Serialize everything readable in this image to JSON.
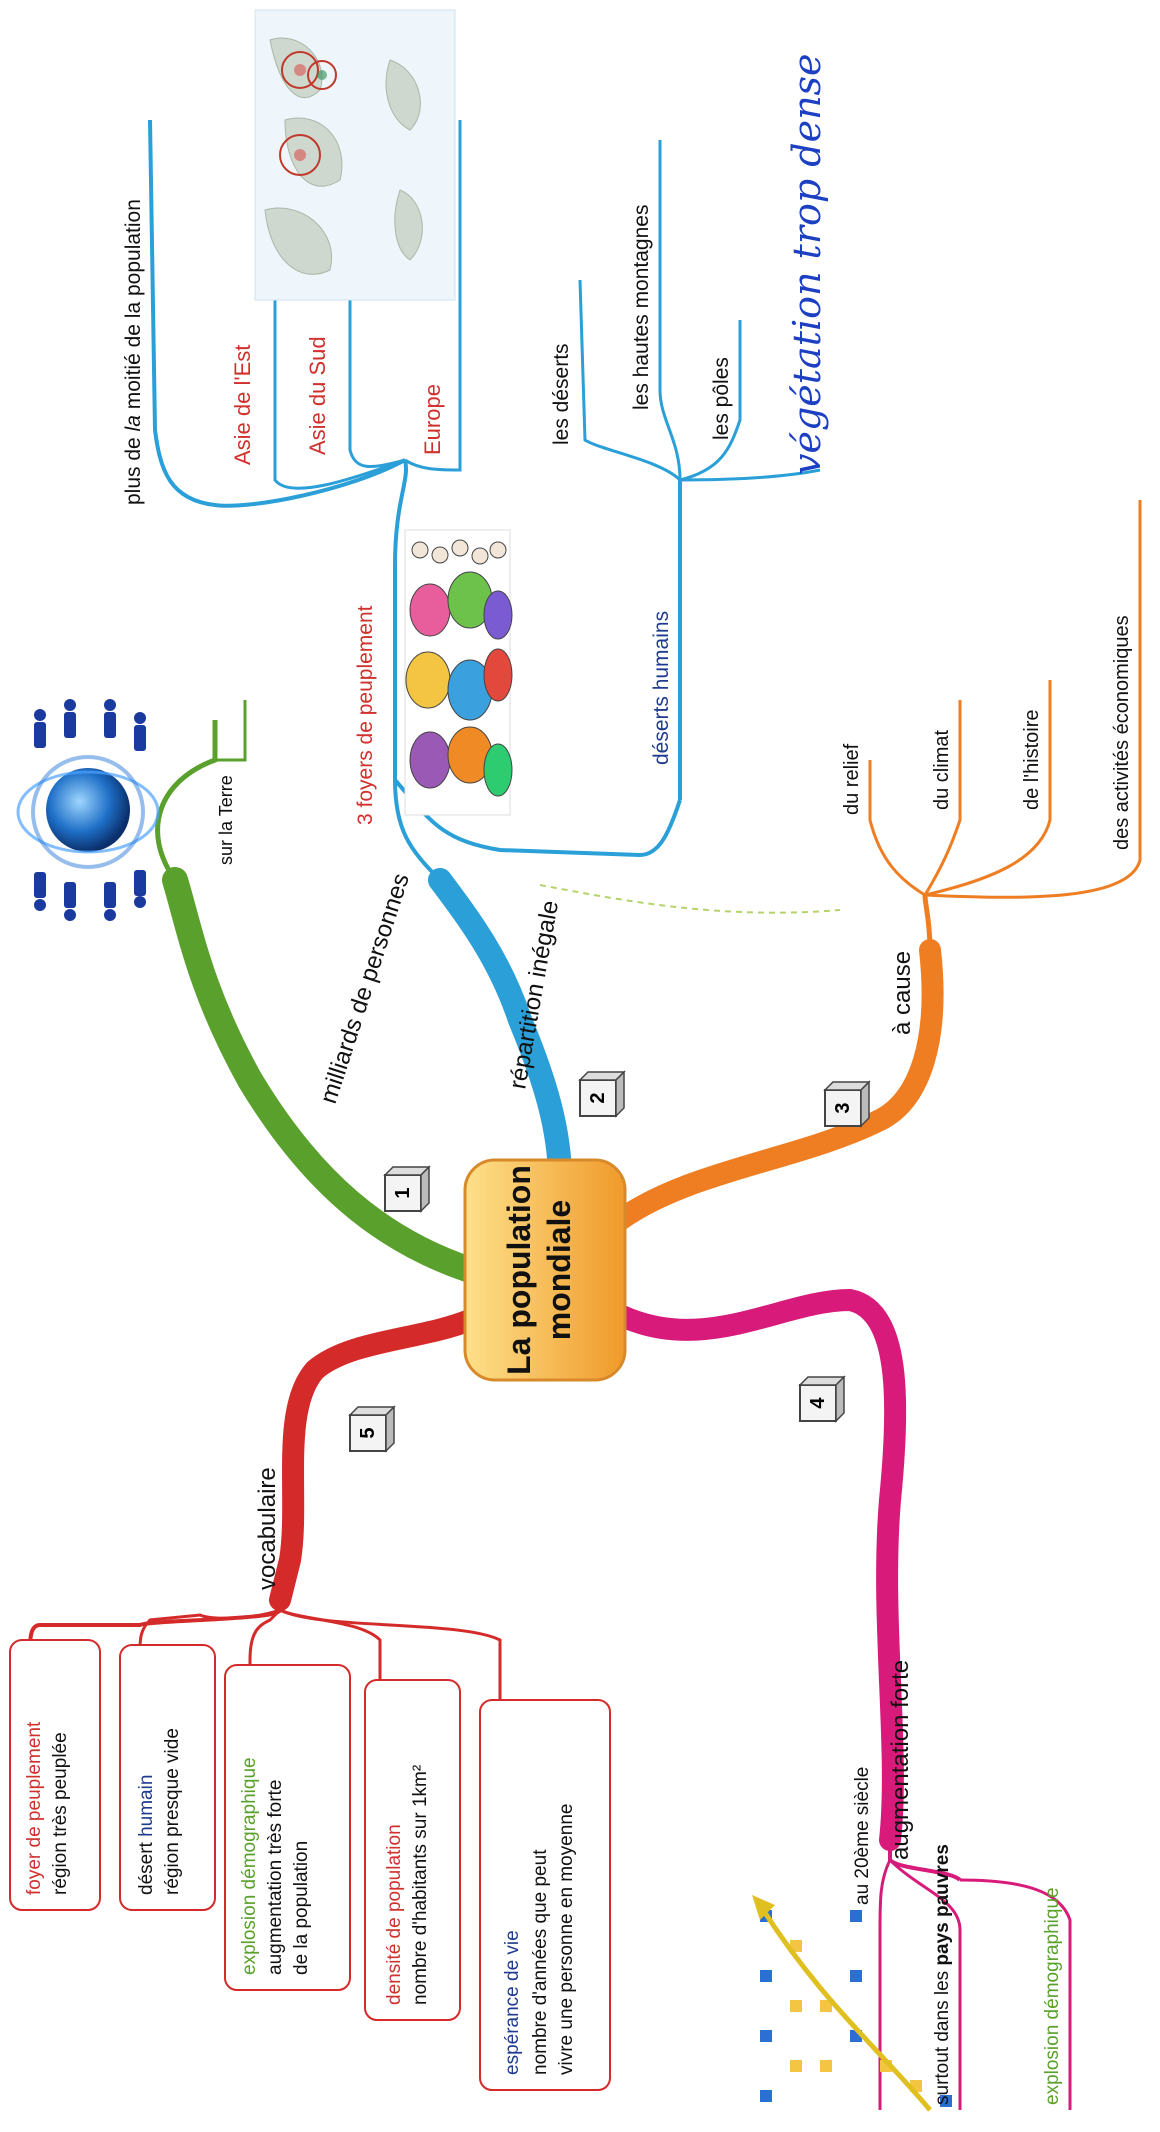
{
  "center": {
    "line1": "La population",
    "line2": "mondiale"
  },
  "branches": {
    "b1": {
      "number": "1",
      "label": "milliards de personnes",
      "sub": "sur la Terre",
      "color": "#5aa02c",
      "image": "globe-people-image"
    },
    "b2": {
      "number": "2",
      "label": "répartition inégale",
      "color": "#2a9fd8",
      "foyers": {
        "label": "3 foyers de peuplement",
        "items": [
          "Asie de l'Est",
          "Asie du Sud",
          "Europe"
        ],
        "moitie": {
          "a": "plus de ",
          "b": "la",
          "c": " moitié de la population"
        }
      },
      "deserts": {
        "label": "déserts humains",
        "items": [
          "les déserts",
          "les hautes montagnes",
          "les pôles"
        ],
        "handwritten": "végétation trop dense"
      }
    },
    "b3": {
      "number": "3",
      "label": "à cause",
      "color": "#ef7d22",
      "items": [
        "du relief",
        "du climat",
        "de l'histoire",
        "des activités économiques"
      ]
    },
    "b4": {
      "number": "4",
      "label": "augmentation forte",
      "color": "#d81b7a",
      "items": {
        "siecle": "au 20ème siècle",
        "pauvres_a": "surtout dans les ",
        "pauvres_b": "pays pauvres",
        "explosion": "explosion démographique"
      }
    },
    "b5": {
      "number": "5",
      "label": "vocabulaire",
      "color": "#d42a2a",
      "boxes": [
        {
          "term_a": "foyer de peuplement",
          "def1": "région très peuplée"
        },
        {
          "term_a": "désert ",
          "term_b": "humain",
          "def1": "région presque vide"
        },
        {
          "term_a": "explosion démographique",
          "def1": "augmentation très forte",
          "def2": "de la population"
        },
        {
          "term_a": "densité de population",
          "def1": "nombre d'habitants sur 1km²"
        },
        {
          "term_a": "espérance de vie",
          "def1": "nombre d'années que peut",
          "def2": "vivre une personne en moyenne"
        }
      ]
    }
  },
  "colors": {
    "green": "#5aa02c",
    "blue": "#2a9fd8",
    "orange": "#ef7d22",
    "magenta": "#d81b7a",
    "red": "#d42a2a",
    "navy": "#1f3b8f",
    "foyer_red": "#d0312d",
    "handwriting": "#1d3fc2",
    "center_fill": "#f6b53c"
  }
}
